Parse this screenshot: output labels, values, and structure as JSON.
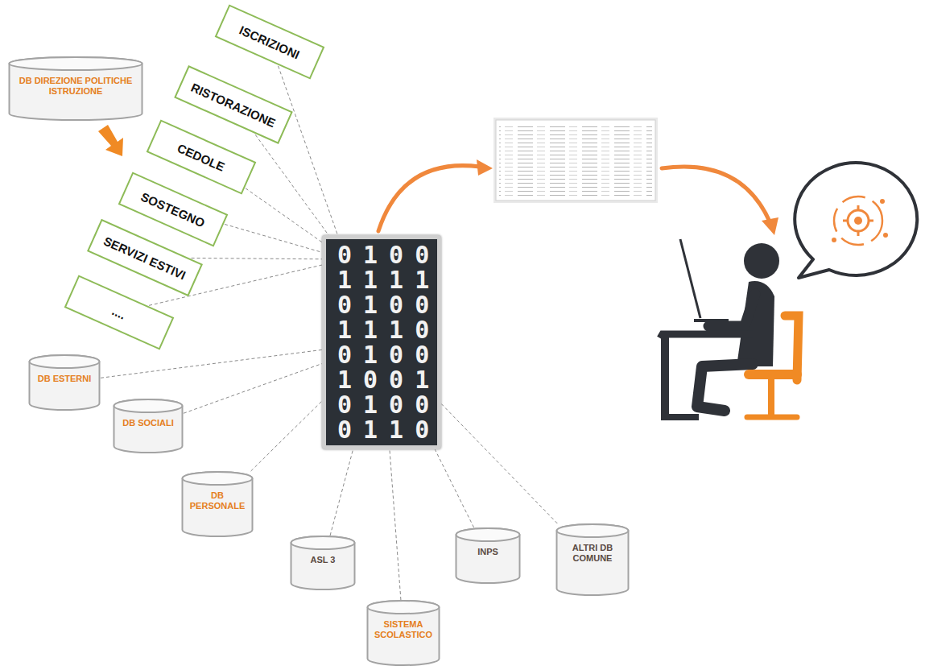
{
  "diagram": {
    "nodes": [
      {
        "text": [
          "DB DIREZIONE POLITICHE ISTRUZIONE"
        ]
      },
      {
        "text": [
          "ISCRIZIONI"
        ]
      },
      {
        "text": [
          "RISTORAZIONE"
        ]
      },
      {
        "text": [
          "CEDOLE"
        ]
      },
      {
        "text": [
          "SOSTEGNO"
        ]
      },
      {
        "text": [
          "SERVIZI ESTIVI"
        ]
      },
      {
        "text": [
          "...."
        ]
      },
      {
        "text": [
          "0100",
          "1111",
          "0100",
          "1110",
          "0100",
          "1001",
          "0100",
          "0110"
        ]
      },
      {
        "text": [
          "DB ESTERNI"
        ]
      },
      {
        "text": [
          "DB SOCIALI"
        ]
      },
      {
        "text": [
          "DB PERSONALE"
        ]
      },
      {
        "text": [
          "ASL 3"
        ]
      },
      {
        "text": [
          "SISTEMA SCOLASTICO"
        ]
      },
      {
        "text": [
          "INPS"
        ]
      },
      {
        "text": [
          "ALTRI DB COMUNE"
        ]
      }
    ],
    "edges": [
      {
        "from": 1,
        "to": 7,
        "arrow": "none"
      },
      {
        "from": 2,
        "to": 7,
        "arrow": "none"
      },
      {
        "from": 3,
        "to": 7,
        "arrow": "none"
      },
      {
        "from": 4,
        "to": 7,
        "arrow": "none"
      },
      {
        "from": 5,
        "to": 7,
        "arrow": "none"
      },
      {
        "from": 6,
        "to": 7,
        "arrow": "none"
      },
      {
        "from": 8,
        "to": 7,
        "arrow": "none"
      },
      {
        "from": 9,
        "to": 7,
        "arrow": "none"
      },
      {
        "from": 10,
        "to": 7,
        "arrow": "none"
      },
      {
        "from": 11,
        "to": 7,
        "arrow": "none"
      },
      {
        "from": 12,
        "to": 7,
        "arrow": "none"
      },
      {
        "from": 13,
        "to": 7,
        "arrow": "none"
      },
      {
        "from": 14,
        "to": 7,
        "arrow": "none"
      }
    ]
  }
}
